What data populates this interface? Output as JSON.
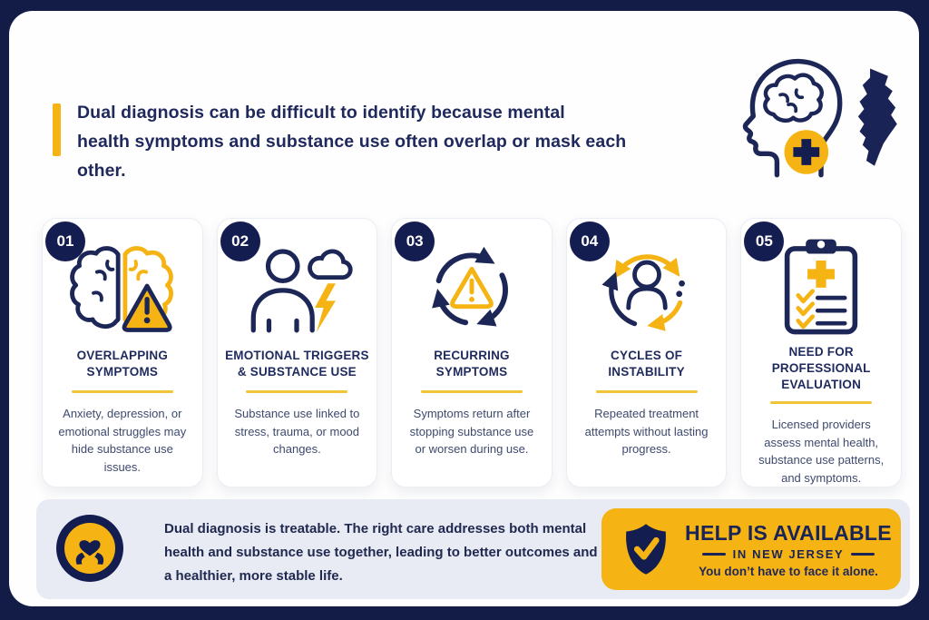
{
  "header": {
    "line1": "Dual diagnosis can be difficult to identify because mental",
    "line2": "health symptoms and substance use often overlap or mask each other."
  },
  "cards": [
    {
      "number": "01",
      "title": "OVERLAPPING SYMPTOMS",
      "body": "Anxiety, depression, or emotional struggles may hide substance use issues.",
      "icon": "split-brain-warning-icon"
    },
    {
      "number": "02",
      "title": "EMOTIONAL TRIGGERS & SUBSTANCE USE",
      "body": "Substance use linked to stress, trauma, or mood changes.",
      "icon": "person-storm-lightning-icon"
    },
    {
      "number": "03",
      "title": "RECURRING SYMPTOMS",
      "body": "Symptoms return after stopping substance use or worsen during use.",
      "icon": "cycle-arrows-warning-icon"
    },
    {
      "number": "04",
      "title": "CYCLES OF INSTABILITY",
      "body": "Repeated treatment attempts without lasting progress.",
      "icon": "person-cycle-arrows-icon"
    },
    {
      "number": "05",
      "title": "NEED FOR PROFESSIONAL EVALUATION",
      "body": "Licensed providers assess mental health, substance use patterns, and symptoms.",
      "icon": "clipboard-checklist-icon"
    }
  ],
  "footer": {
    "message": "Dual diagnosis is treatable. The right care addresses both mental health and substance use together, leading to better outcomes and a healthier, more stable life.",
    "icon": "hands-holding-heart-icon"
  },
  "help_box": {
    "title": "HELP IS AVAILABLE",
    "subtitle": "IN NEW JERSEY",
    "tagline": "You don’t have to face it alone.",
    "icon": "shield-check-icon"
  },
  "header_icons": [
    "head-brain-plus-icon",
    "new-jersey-state-icon"
  ],
  "colors": {
    "navy": "#141d4f",
    "icon_navy": "#1c2757",
    "yellow": "#f5b414",
    "lavender": "#e9ebf4",
    "heading_text": "#20295c",
    "body_text": "#3e4a6e",
    "card_background": "#ffffff"
  }
}
